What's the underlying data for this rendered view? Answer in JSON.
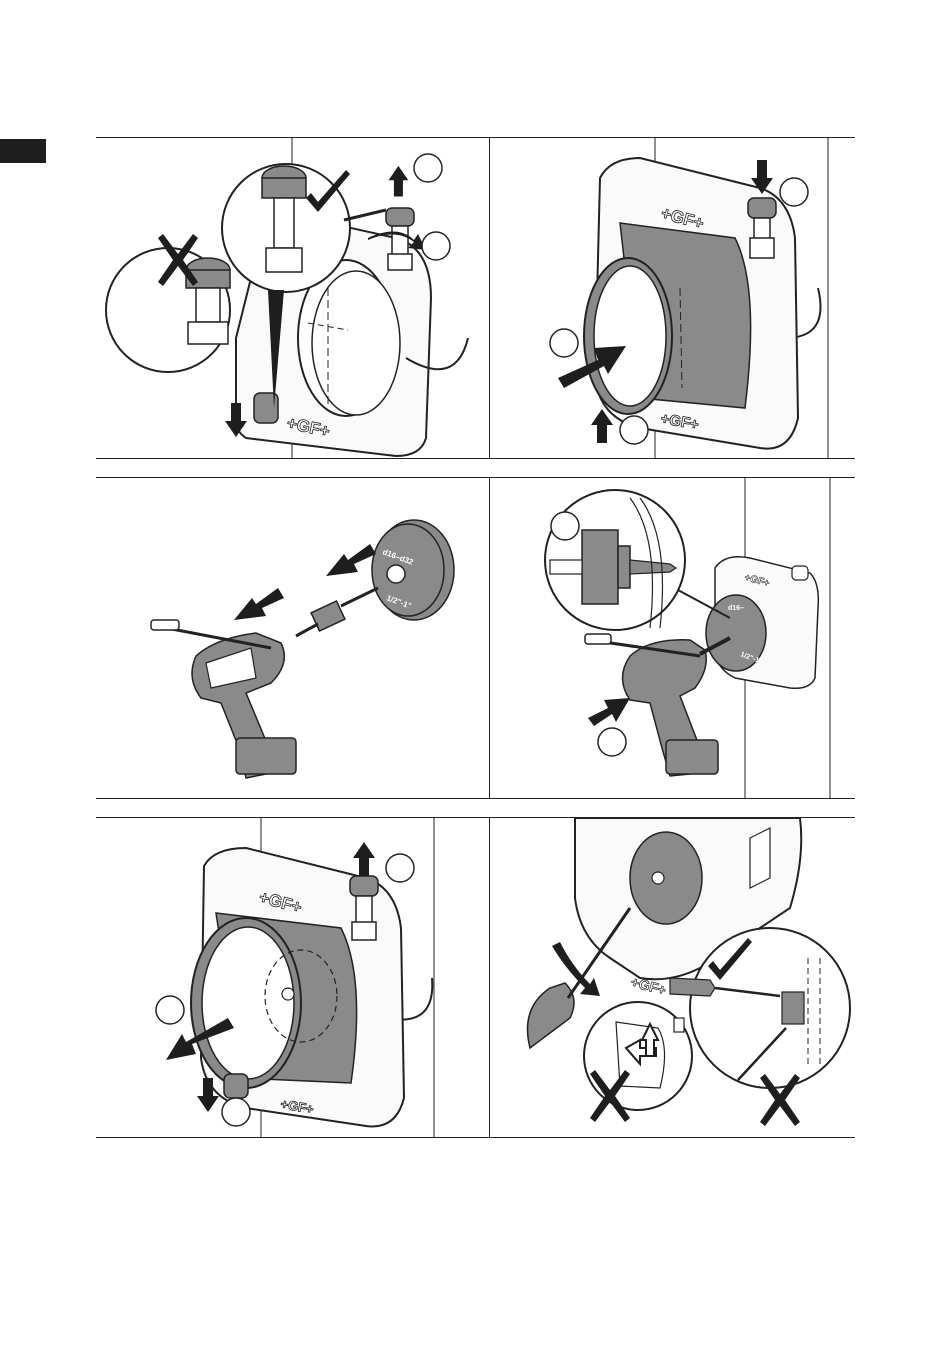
{
  "page": {
    "language_tab_color": "#1e1e1e",
    "line_color": "#222222",
    "shade_color": "#8a8a8a"
  },
  "panels": [
    {
      "id": "step-1",
      "icons": [
        "check-icon",
        "cross-icon",
        "arrow-up-icon",
        "arrow-down-icon",
        "rotate-arrow-icon"
      ],
      "brand_mark": "+GF+"
    },
    {
      "id": "step-2",
      "icons": [
        "arrow-down-icon",
        "push-arrow-icon",
        "arrow-up-icon"
      ],
      "brand_mark": "+GF+"
    },
    {
      "id": "step-3",
      "icons": [
        "arrow-left-icon",
        "arrow-left-icon"
      ],
      "cutter_label_1": "d16–d32",
      "cutter_label_2": "1/2\"-1\""
    },
    {
      "id": "step-4",
      "icons": [
        "push-arrow-icon"
      ],
      "cutter_label_1": "d16–",
      "cutter_label_2": "1/2\"-1\"",
      "brand_mark": "+GF+"
    },
    {
      "id": "step-5",
      "icons": [
        "arrow-up-icon",
        "pull-arrow-icon",
        "arrow-down-icon"
      ],
      "brand_mark": "+GF+"
    },
    {
      "id": "step-6",
      "icons": [
        "check-icon",
        "cross-icon",
        "cross-icon",
        "rotate-arrow-icon"
      ],
      "brand_mark": "+GF+"
    }
  ]
}
